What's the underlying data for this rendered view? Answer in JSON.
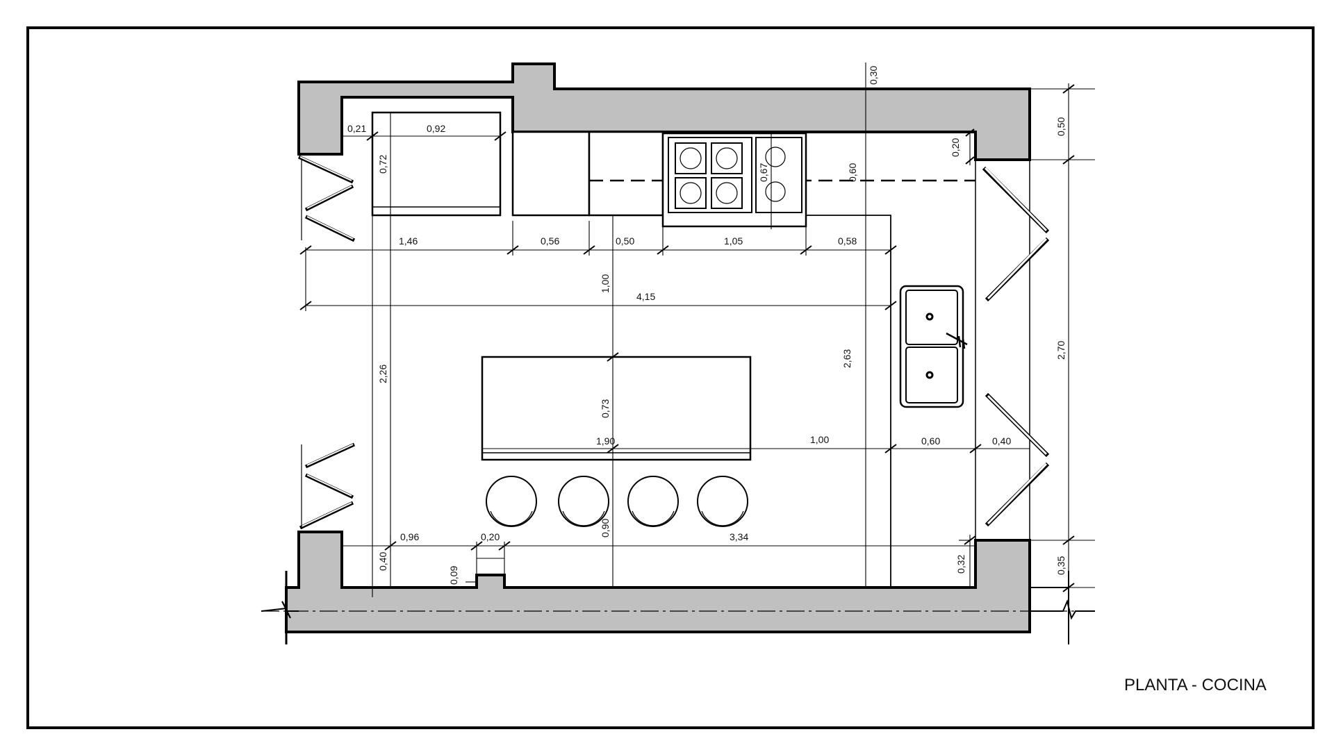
{
  "title": "PLANTA - COCINA",
  "dimensions": {
    "d_021": "0,21",
    "d_092": "0,92",
    "d_072": "0,72",
    "d_030": "0,30",
    "d_050_right": "0,50",
    "d_020_top": "0,20",
    "d_060_v": "0,60",
    "d_067": "0,67",
    "d_146": "1,46",
    "d_056": "0,56",
    "d_050_h": "0,50",
    "d_105": "1,05",
    "d_058": "0,58",
    "d_100_v": "1,00",
    "d_415": "4,15",
    "d_226": "2,26",
    "d_263": "2,63",
    "d_270": "2,70",
    "d_073": "0,73",
    "d_190": "1,90",
    "d_100_h": "1,00",
    "d_060_h": "0,60",
    "d_040_h": "0,40",
    "d_096": "0,96",
    "d_020_bottom": "0,20",
    "d_090": "0,90",
    "d_334": "3,34",
    "d_040_v": "0,40",
    "d_009": "0,09",
    "d_032": "0,32",
    "d_035": "0,35"
  }
}
